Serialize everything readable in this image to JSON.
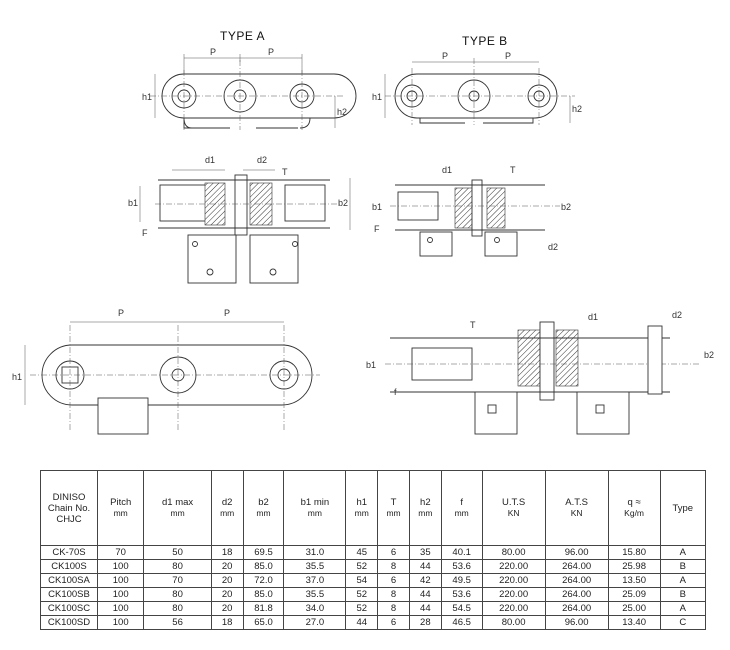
{
  "titles": {
    "type_a": "TYPE A",
    "type_b": "TYPE B"
  },
  "dimension_labels": {
    "p": "P",
    "h1": "h1",
    "h2": "h2",
    "d1": "d1",
    "d2": "d2",
    "b1": "b1",
    "b2": "b2",
    "t": "T",
    "f": "F",
    "f_lower": "f"
  },
  "table": {
    "headers": [
      {
        "main": "DINISO Chain No. CHJC",
        "unit": ""
      },
      {
        "main": "Pitch",
        "unit": "mm"
      },
      {
        "main": "d1 max",
        "unit": "mm"
      },
      {
        "main": "d2",
        "unit": "mm"
      },
      {
        "main": "b2",
        "unit": "mm"
      },
      {
        "main": "b1 min",
        "unit": "mm"
      },
      {
        "main": "h1",
        "unit": "mm"
      },
      {
        "main": "T",
        "unit": "mm"
      },
      {
        "main": "h2",
        "unit": "mm"
      },
      {
        "main": "f",
        "unit": "mm"
      },
      {
        "main": "U.T.S",
        "unit": "KN"
      },
      {
        "main": "A.T.S",
        "unit": "KN"
      },
      {
        "main": "q ≈",
        "unit": "Kg/m"
      },
      {
        "main": "Type",
        "unit": ""
      }
    ],
    "rows": [
      [
        "CK-70S",
        "70",
        "50",
        "18",
        "69.5",
        "31.0",
        "45",
        "6",
        "35",
        "40.1",
        "80.00",
        "96.00",
        "15.80",
        "A"
      ],
      [
        "CK100S",
        "100",
        "80",
        "20",
        "85.0",
        "35.5",
        "52",
        "8",
        "44",
        "53.6",
        "220.00",
        "264.00",
        "25.98",
        "B"
      ],
      [
        "CK100SA",
        "100",
        "70",
        "20",
        "72.0",
        "37.0",
        "54",
        "6",
        "42",
        "49.5",
        "220.00",
        "264.00",
        "13.50",
        "A"
      ],
      [
        "CK100SB",
        "100",
        "80",
        "20",
        "85.0",
        "35.5",
        "52",
        "8",
        "44",
        "53.6",
        "220.00",
        "264.00",
        "25.09",
        "B"
      ],
      [
        "CK100SC",
        "100",
        "80",
        "20",
        "81.8",
        "34.0",
        "52",
        "8",
        "44",
        "54.5",
        "220.00",
        "264.00",
        "25.00",
        "A"
      ],
      [
        "CK100SD",
        "100",
        "56",
        "18",
        "65.0",
        "27.0",
        "44",
        "6",
        "28",
        "46.5",
        "80.00",
        "96.00",
        "13.40",
        "C"
      ]
    ]
  }
}
